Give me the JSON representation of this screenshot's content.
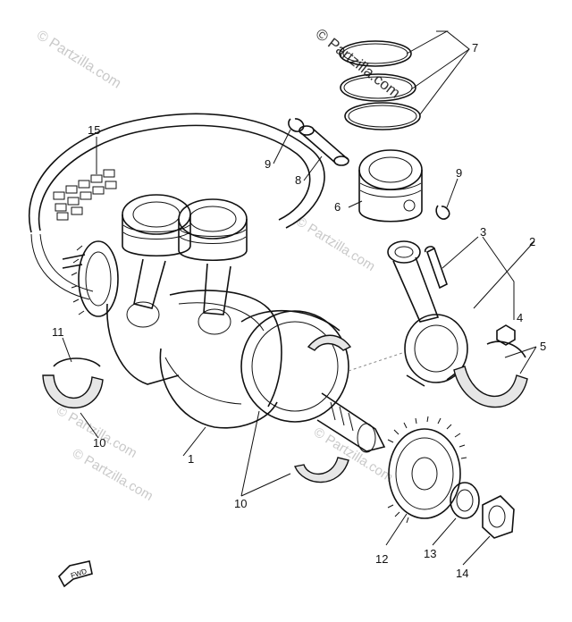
{
  "watermarks": [
    {
      "id": "wm1",
      "text": "© Partzilla.com"
    },
    {
      "id": "wm2",
      "text": "© Partzilla.com"
    },
    {
      "id": "wm3",
      "text": "© Partzilla.com"
    },
    {
      "id": "wm4",
      "text": "© Partzilla.com"
    },
    {
      "id": "wm5",
      "text": "© Partzilla.com"
    },
    {
      "id": "wm6",
      "text": "© Partzilla.com"
    }
  ],
  "callouts": [
    {
      "id": "c1",
      "text": "1"
    },
    {
      "id": "c2",
      "text": "2"
    },
    {
      "id": "c3",
      "text": "3"
    },
    {
      "id": "c4",
      "text": "4"
    },
    {
      "id": "c5",
      "text": "5"
    },
    {
      "id": "c6",
      "text": "6"
    },
    {
      "id": "c7",
      "text": "7"
    },
    {
      "id": "c8",
      "text": "8"
    },
    {
      "id": "c9a",
      "text": "9"
    },
    {
      "id": "c9b",
      "text": "9"
    },
    {
      "id": "c10a",
      "text": "10"
    },
    {
      "id": "c10b",
      "text": "10"
    },
    {
      "id": "c11",
      "text": "11"
    },
    {
      "id": "c12",
      "text": "12"
    },
    {
      "id": "c13",
      "text": "13"
    },
    {
      "id": "c14",
      "text": "14"
    },
    {
      "id": "c15",
      "text": "15"
    }
  ],
  "fwd_label": "FWD"
}
